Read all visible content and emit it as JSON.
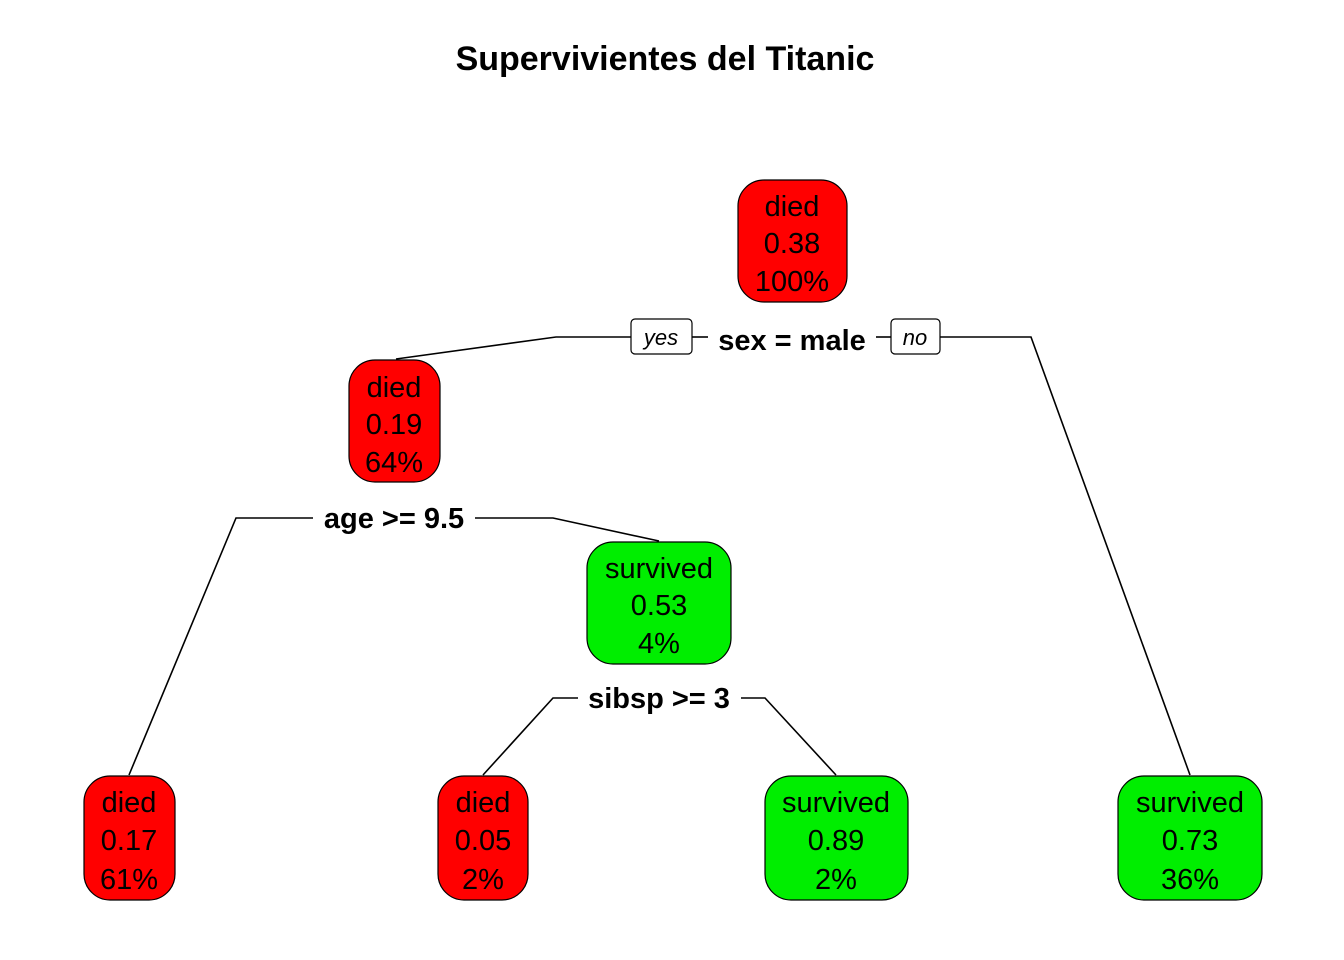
{
  "title": "Supervivientes del Titanic",
  "colors": {
    "died": "#ff0000",
    "survived": "#00ee00",
    "edge": "#000000"
  },
  "branch_labels": {
    "yes": "yes",
    "no": "no"
  },
  "splits": {
    "root": "sex = male",
    "age": "age >= 9.5",
    "sibsp": "sibsp >= 3"
  },
  "nodes": {
    "root": {
      "class": "died",
      "prob": "0.38",
      "pct": "100%"
    },
    "male": {
      "class": "died",
      "prob": "0.19",
      "pct": "64%"
    },
    "male_young": {
      "class": "survived",
      "prob": "0.53",
      "pct": "4%"
    },
    "leaf_adult": {
      "class": "died",
      "prob": "0.17",
      "pct": "61%"
    },
    "leaf_sibsp": {
      "class": "died",
      "prob": "0.05",
      "pct": "2%"
    },
    "leaf_few": {
      "class": "survived",
      "prob": "0.89",
      "pct": "2%"
    },
    "leaf_female": {
      "class": "survived",
      "prob": "0.73",
      "pct": "36%"
    }
  }
}
